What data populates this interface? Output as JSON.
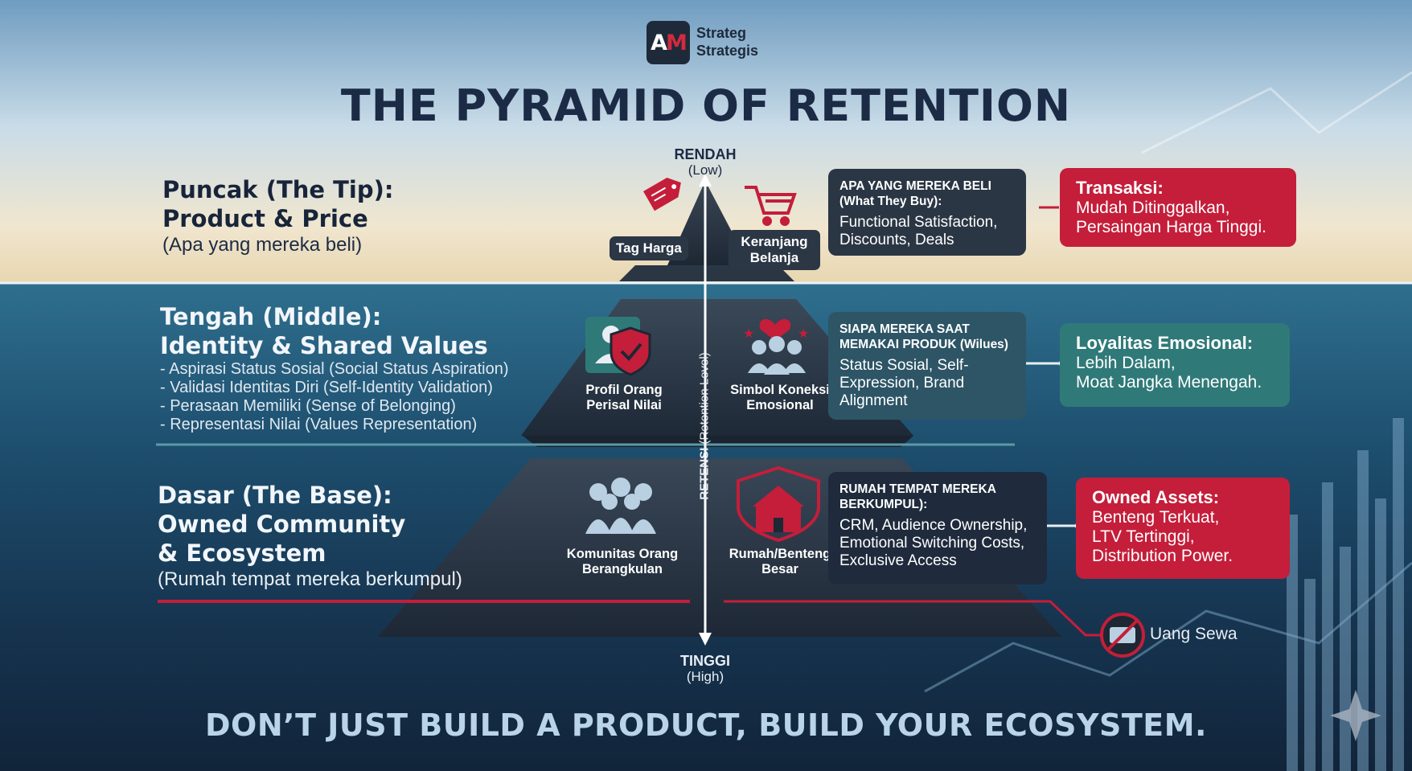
{
  "brand": {
    "logo_left": "A",
    "logo_right": "M",
    "line1": "Strateg",
    "line2": "Strategis"
  },
  "title": "THE PYRAMID OF RETENTION",
  "levels": {
    "tip": {
      "heading1": "Puncak (The Tip):",
      "heading2": "Product & Price",
      "sub": "(Apa yang mereka beli)"
    },
    "middle": {
      "heading1": "Tengah (Middle):",
      "heading2": "Identity & Shared Values",
      "bullets": [
        "- Aspirasi Status Sosial (Social Status Aspiration)",
        "- Validasi Identitas Diri (Self-Identity Validation)",
        "- Perasaan Memiliki (Sense of Belonging)",
        "- Representasi Nilai (Values Representation)"
      ]
    },
    "base": {
      "heading1": "Dasar (The Base):",
      "heading2": "Owned Community",
      "heading3": "& Ecosystem",
      "sub": "(Rumah tempat mereka berkumpul)"
    }
  },
  "axis": {
    "top": "RENDAH",
    "top_sub": "(Low)",
    "bottom": "TINGGI",
    "bottom_sub": "(High)",
    "vertical_bold": "RETENSI",
    "vertical_rest": " (Retention Level)"
  },
  "icons": {
    "tag_price": "Tag Harga",
    "tag_text": "Tag Harga",
    "cart": "Keranjang Belanja",
    "profile": "Profil Orang Perisal Nilai",
    "symbol": "Simbol Koneksi Emosional",
    "community": "Komunitas Orang Berangkulan",
    "house": "Rumah/Benteng Besar"
  },
  "desc": {
    "tip": {
      "head": "APA YANG MEREKA BELI (What They Buy):",
      "body": "Functional Satisfaction, Discounts, Deals"
    },
    "middle": {
      "head": "SIAPA MEREKA SAAT MEMAKAI PRODUK (Wilues)",
      "body": "Status Sosial, Self-Expression, Brand Alignment"
    },
    "base": {
      "head": "RUMAH TEMPAT MEREKA BERKUMPUL):",
      "body": "CRM, Audience Ownership, Emotional Switching Costs, Exclusive Access"
    }
  },
  "callouts": {
    "tip": {
      "head": "Transaksi:",
      "l1": "Mudah Ditinggalkan,",
      "l2": "Persaingan Harga Tinggi.",
      "color": "#c41e3a"
    },
    "middle": {
      "head": "Loyalitas Emosional:",
      "l1": "Lebih Dalam,",
      "l2": "Moat Jangka Menengah.",
      "color": "#2f7a78"
    },
    "base": {
      "head": "Owned Assets:",
      "l1": "Benteng Terkuat,",
      "l2": "LTV Tertinggi,",
      "l3": "Distribution Power.",
      "color": "#c41e3a"
    }
  },
  "rent": "Uang Sewa",
  "footer": "DON’T JUST BUILD A PRODUCT, BUILD YOUR ECOSYSTEM."
}
